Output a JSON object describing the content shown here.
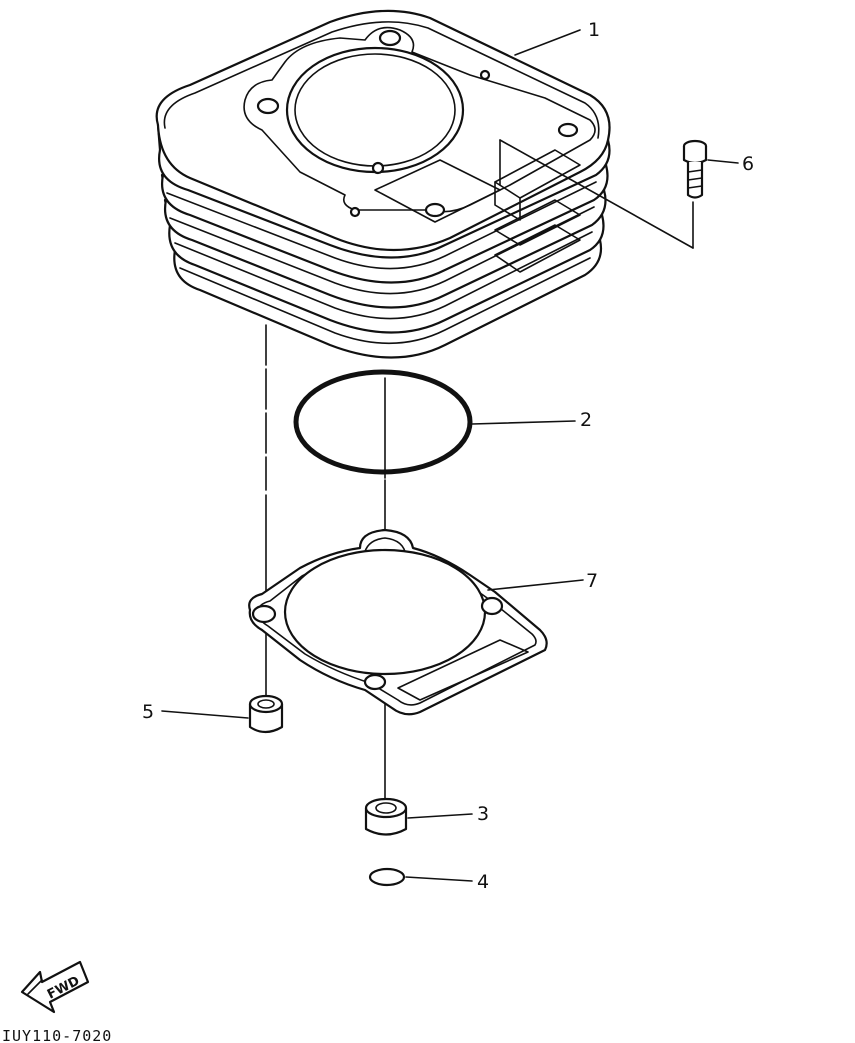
{
  "diagram": {
    "callouts": [
      {
        "number": "1",
        "part": "cylinder"
      },
      {
        "number": "2",
        "part": "o-ring"
      },
      {
        "number": "3",
        "part": "dowel-pin"
      },
      {
        "number": "4",
        "part": "o-ring-small"
      },
      {
        "number": "5",
        "part": "dowel-pin"
      },
      {
        "number": "6",
        "part": "bolt"
      },
      {
        "number": "7",
        "part": "cylinder-gasket"
      }
    ],
    "fwd_label": "FWD",
    "drawing_number": "IUY110-7020"
  }
}
